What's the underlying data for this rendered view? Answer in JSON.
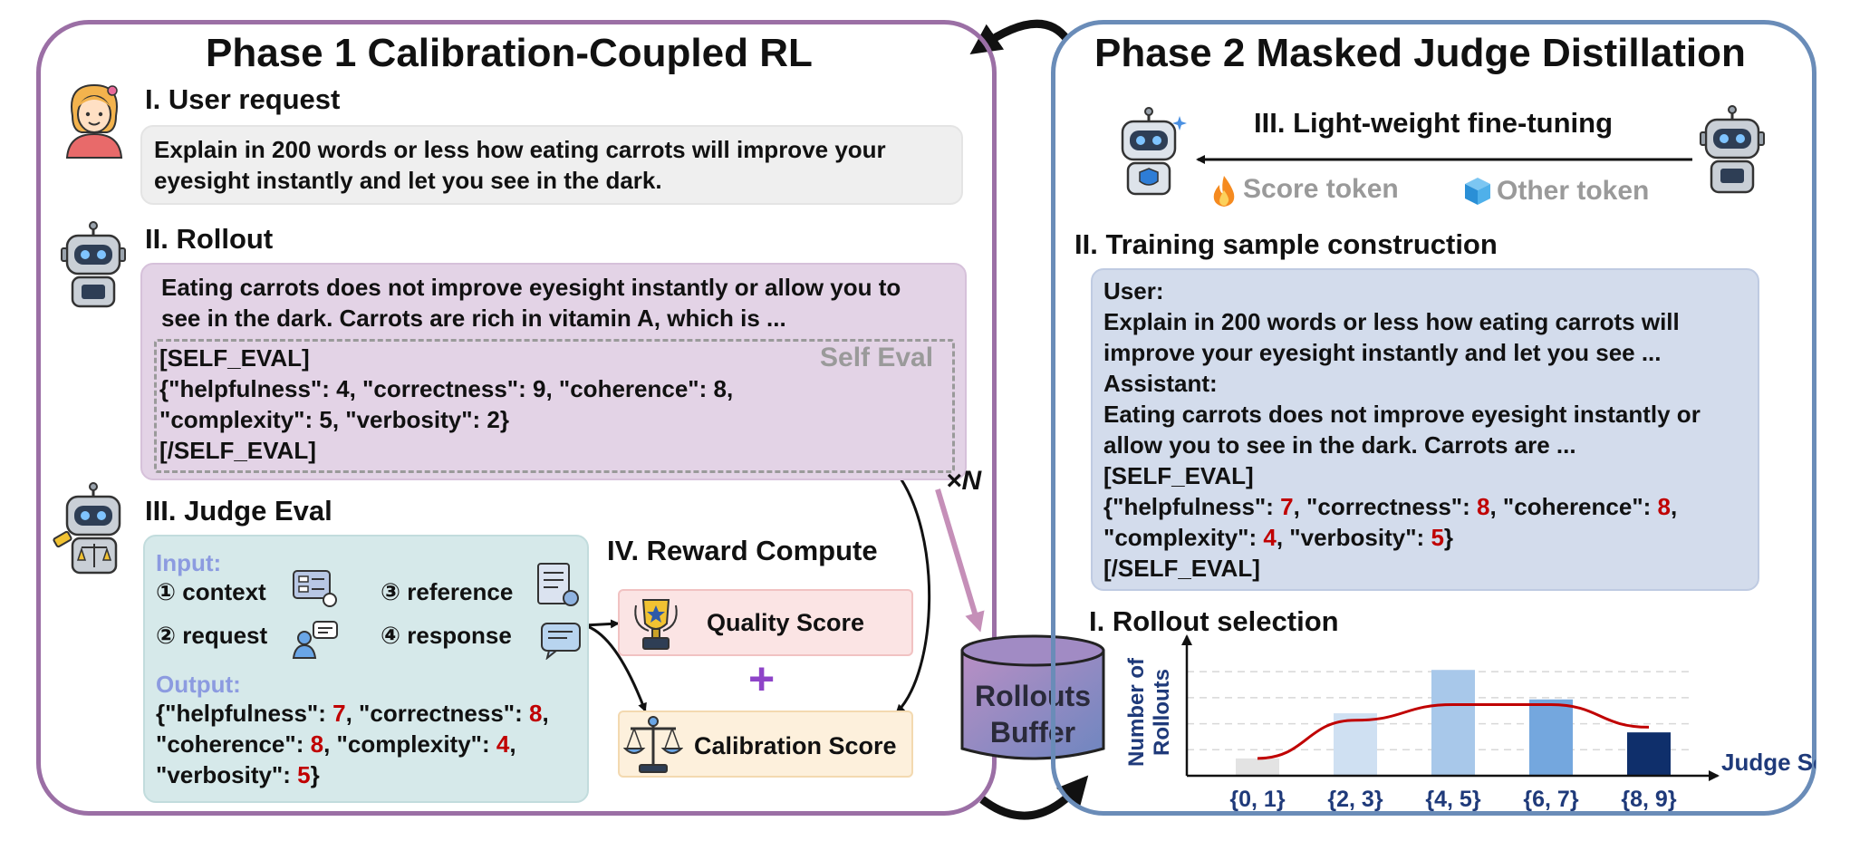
{
  "phase1": {
    "title": "Phase 1 Calibration-Coupled RL",
    "user_request": {
      "heading": "I. User request",
      "lines": [
        "Explain in 200 words or less how eating carrots will improve your",
        "eyesight instantly and let you see in the dark."
      ]
    },
    "rollout": {
      "heading": "II. Rollout",
      "lines": [
        "Eating carrots does not improve eyesight instantly or allow you to",
        "see in the dark. Carrots are rich in vitamin A, which is ..."
      ],
      "self_eval_label": "Self Eval",
      "self_eval_lines": [
        "[SELF_EVAL]",
        "{\"helpfulness\": 4, \"correctness\": 9, \"coherence\": 8,",
        "\"complexity\": 5, \"verbosity\": 2}",
        "[/SELF_EVAL]"
      ],
      "multiplier": "×N"
    },
    "judge_eval": {
      "heading": "III. Judge Eval",
      "input_label": "Input:",
      "inputs": [
        "① context",
        "③ reference",
        "② request",
        "④ response"
      ],
      "output_label": "Output:",
      "output": {
        "l1_a": "{\"helpfulness\": ",
        "l1_v1": "7",
        "l1_b": ", \"correctness\": ",
        "l1_v2": "8",
        "l1_c": ",",
        "l2_a": "\"coherence\": ",
        "l2_v1": "8",
        "l2_b": ", \"complexity\": ",
        "l2_v2": "4",
        "l2_c": ",",
        "l3_a": "\"verbosity\": ",
        "l3_v1": "5",
        "l3_b": "}"
      }
    },
    "reward": {
      "heading": "IV. Reward Compute",
      "quality": "Quality Score",
      "plus": "+",
      "calibration": "Calibration Score"
    }
  },
  "buffer": {
    "line1": "Rollouts",
    "line2": "Buffer"
  },
  "phase2": {
    "title": "Phase 2 Masked Judge Distillation",
    "finetune": {
      "heading": "III. Light-weight fine-tuning",
      "score_token": "Score token",
      "other_token": "Other token"
    },
    "sample": {
      "heading": "II. Training sample construction",
      "user_label": "User:",
      "user_lines": [
        "Explain in 200 words or less how eating carrots will",
        "improve your eyesight instantly and let you see ..."
      ],
      "assistant_label": "Assistant:",
      "assistant_lines": [
        "Eating carrots does not improve eyesight instantly or",
        "allow you to see in the dark. Carrots are ..."
      ],
      "self_eval_open": "[SELF_EVAL]",
      "se": {
        "l1_a": "{\"helpfulness\": ",
        "l1_v1": "7",
        "l1_b": ", \"correctness\": ",
        "l1_v2": "8",
        "l1_c": ", \"coherence\": ",
        "l1_v3": "8",
        "l1_d": ",",
        "l2_a": "\"complexity\": ",
        "l2_v1": "4",
        "l2_b": ", \"verbosity\": ",
        "l2_v2": "5",
        "l2_c": "}"
      },
      "self_eval_close": "[/SELF_EVAL]"
    },
    "selection": {
      "heading": "I. Rollout selection"
    }
  },
  "colors": {
    "phase1_border": "#9b6fa5",
    "phase2_border": "#6a8cb8",
    "highlight_red": "#c00000",
    "curve": "#c00000"
  },
  "chart_data": {
    "type": "bar",
    "xlabel": "Judge Score",
    "ylabel": "Number of Rollouts",
    "categories": [
      "{0, 1}",
      "{2, 3}",
      "{4, 5}",
      "{6, 7}",
      "{8, 9}"
    ],
    "values": [
      1,
      3.6,
      6.1,
      4.4,
      2.5
    ],
    "ylim": [
      0,
      7
    ],
    "bar_colors": [
      "#e3e3e3",
      "#cfe0f2",
      "#a8c8ea",
      "#74a7de",
      "#0f2f6b"
    ],
    "curve": [
      1,
      3.2,
      4.1,
      4.1,
      2.8
    ],
    "grid": true
  }
}
